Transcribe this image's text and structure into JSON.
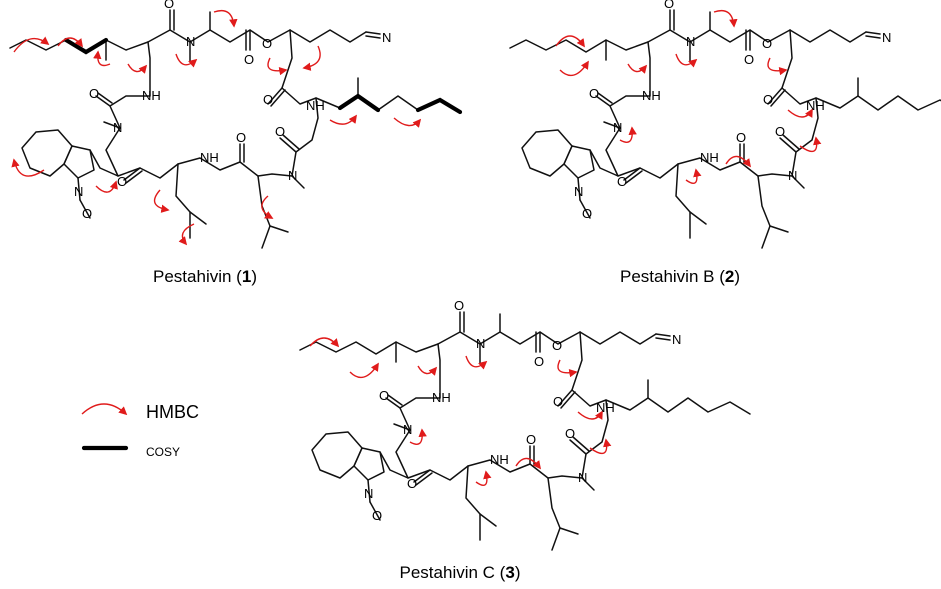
{
  "compounds": [
    {
      "name": "Pestahivin",
      "label": "1",
      "suffix": ")"
    },
    {
      "name": "Pestahivin B",
      "label": "2",
      "suffix": ")"
    },
    {
      "name": "Pestahivin C",
      "label": "3",
      "suffix": ")"
    }
  ],
  "atoms": {
    "O": "O",
    "N": "N",
    "NH": "NH",
    "CN": "N"
  },
  "legend": {
    "hmbc_label": "HMBC",
    "cosy_label": "COSY"
  },
  "colors": {
    "hmbc": "#e01b1b",
    "bond": "#111111",
    "cosy": "#000000"
  }
}
